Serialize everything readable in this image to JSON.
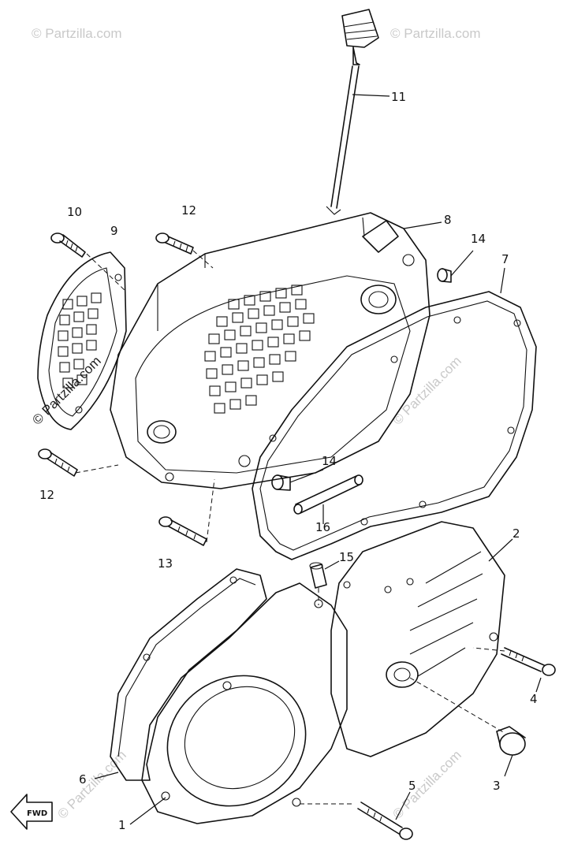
{
  "watermark": {
    "text": "© Partzilla.com",
    "color": "#c9c9c9"
  },
  "callouts": {
    "p1": "1",
    "p2": "2",
    "p3": "3",
    "p4": "4",
    "p5": "5",
    "p6": "6",
    "p7": "7",
    "p8": "8",
    "p9": "9",
    "p10": "10",
    "p11": "11",
    "p12a": "12",
    "p12b": "12",
    "p13": "13",
    "p14a": "14",
    "p14b": "14",
    "p15": "15",
    "p16": "16"
  },
  "direction_arrow": "FWD"
}
